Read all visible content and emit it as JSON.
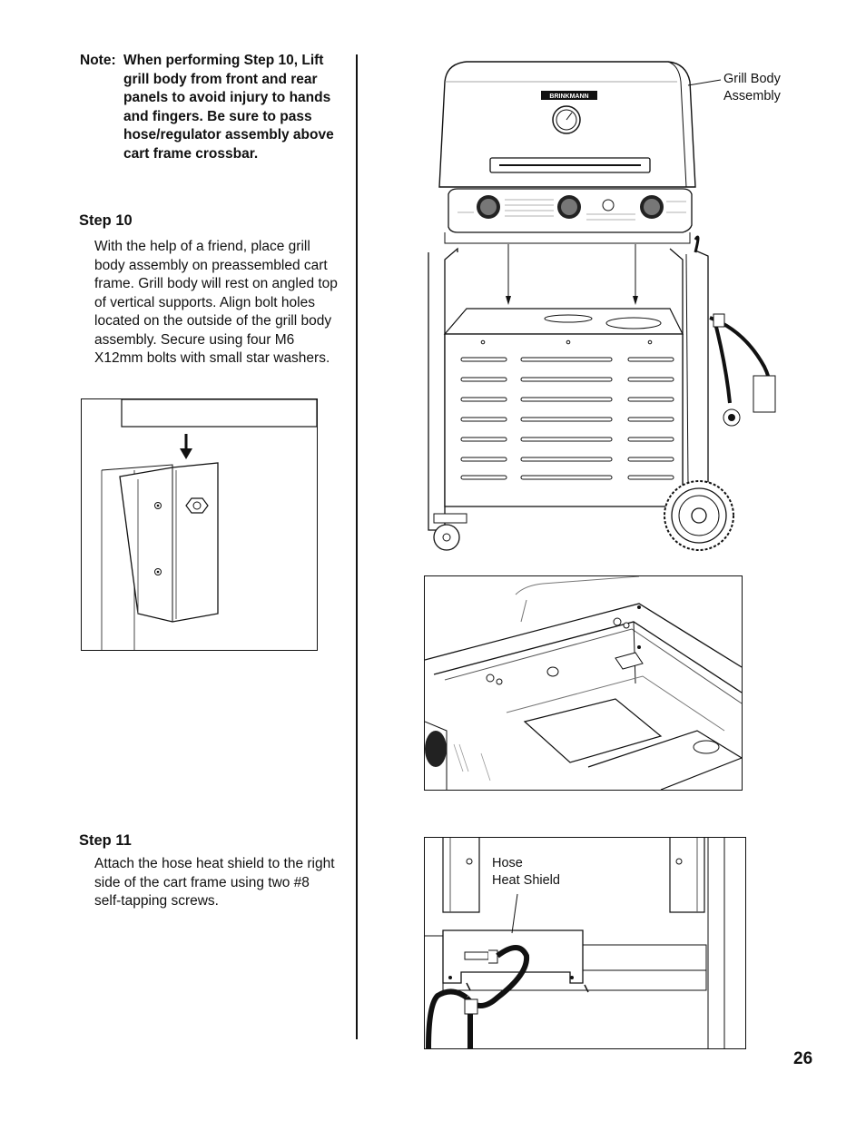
{
  "note": {
    "label": "Note:",
    "text": "When performing Step 10, Lift grill body from front and rear panels to avoid injury to hands and fingers. Be sure to pass hose/regulator assembly above cart frame crossbar."
  },
  "step10": {
    "title": "Step 10",
    "text": "With the help of a friend, place grill body assembly on preassembled cart frame. Grill body will rest on angled top of vertical supports. Align bolt holes located on the outside of the grill body assembly. Secure using four M6 X12mm bolts with small star washers."
  },
  "step11": {
    "title": "Step 11",
    "text": "Attach the hose heat shield to the right side of the cart frame using two #8 self-tapping screws."
  },
  "callouts": {
    "grill_body_line1": "Grill Body",
    "grill_body_line2": "Assembly",
    "heat_shield_line1": "Hose",
    "heat_shield_line2": "Heat Shield"
  },
  "brand": "BRINKMANN",
  "page_number": "26"
}
